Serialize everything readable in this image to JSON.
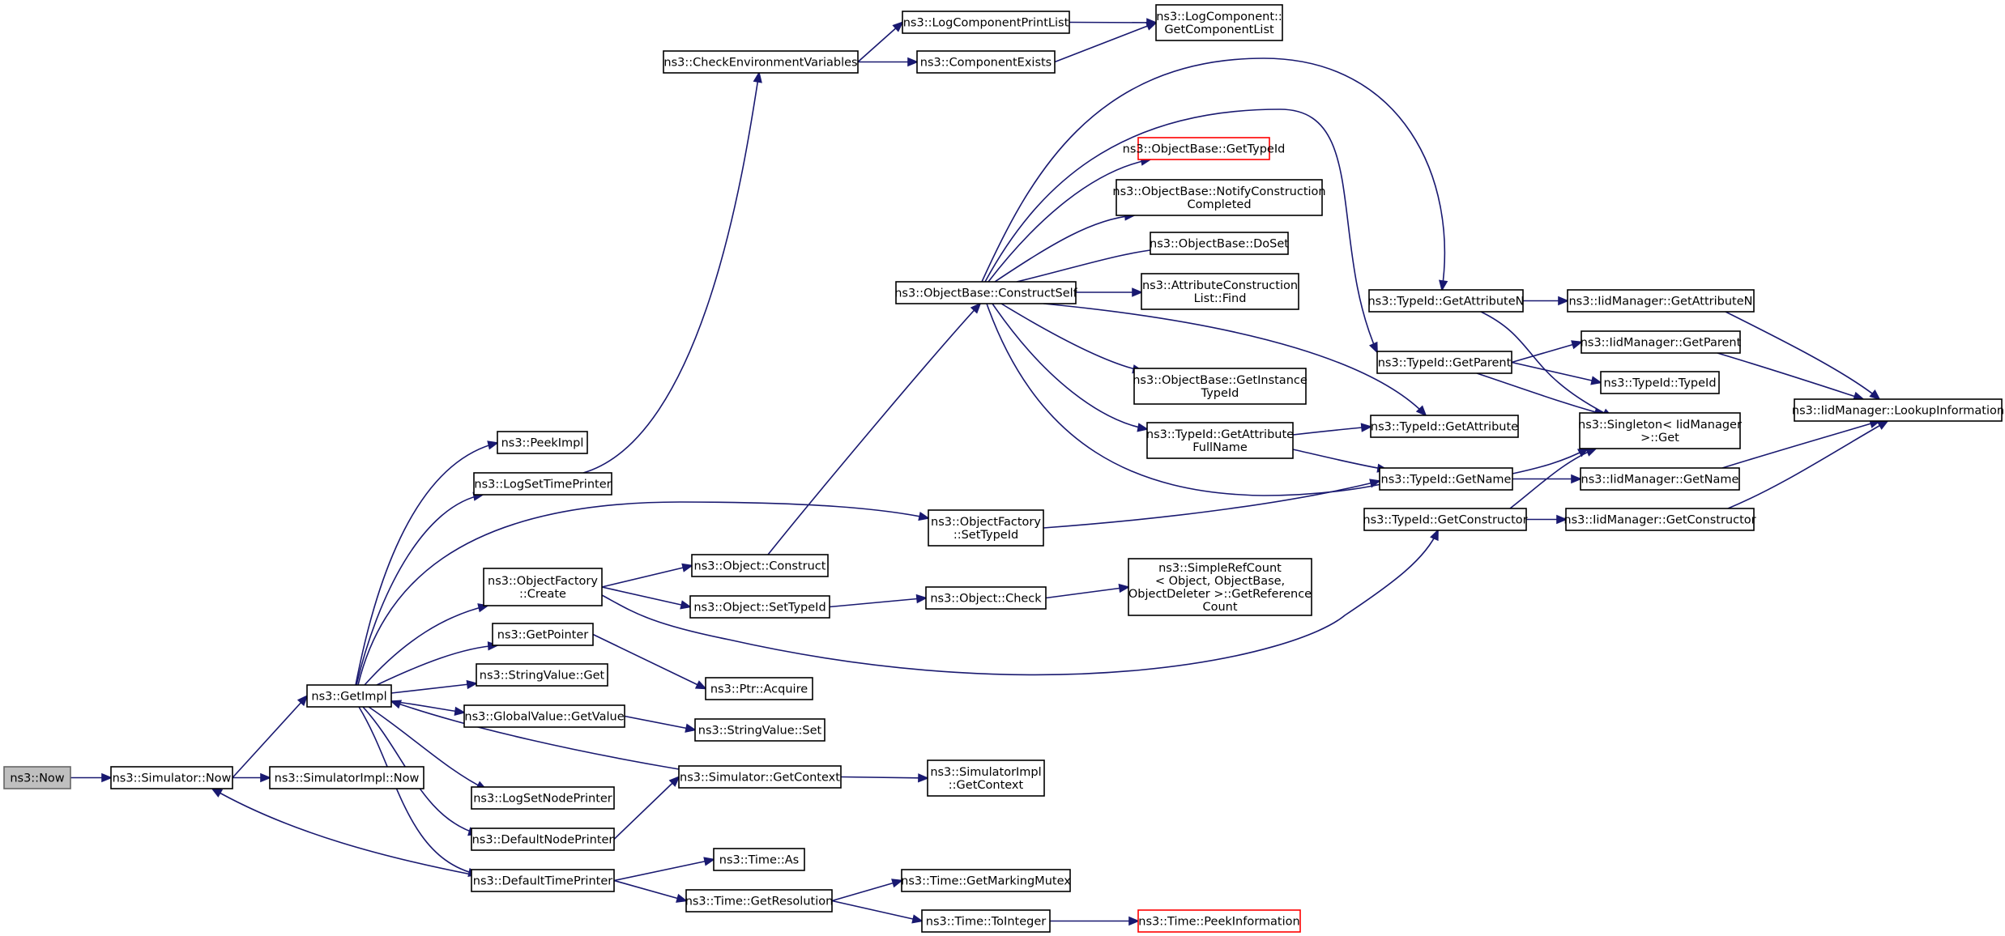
{
  "graph": {
    "edge_color": "#191970",
    "nodes": [
      {
        "id": "n_now",
        "lines": [
          "ns3::Now"
        ],
        "style": "root"
      },
      {
        "id": "n_simnow",
        "lines": [
          "ns3::Simulator::Now"
        ]
      },
      {
        "id": "n_getimpl",
        "lines": [
          "ns3::GetImpl"
        ]
      },
      {
        "id": "n_simimplnow",
        "lines": [
          "ns3::SimulatorImpl::Now"
        ]
      },
      {
        "id": "n_peekimpl",
        "lines": [
          "ns3::PeekImpl"
        ]
      },
      {
        "id": "n_logsettime",
        "lines": [
          "ns3::LogSetTimePrinter"
        ]
      },
      {
        "id": "n_ofcreate",
        "lines": [
          "ns3::ObjectFactory",
          "::Create"
        ]
      },
      {
        "id": "n_getpointer",
        "lines": [
          "ns3::GetPointer"
        ]
      },
      {
        "id": "n_strvalget",
        "lines": [
          "ns3::StringValue::Get"
        ]
      },
      {
        "id": "n_gvgetvalue",
        "lines": [
          "ns3::GlobalValue::GetValue"
        ]
      },
      {
        "id": "n_logsetnode",
        "lines": [
          "ns3::LogSetNodePrinter"
        ]
      },
      {
        "id": "n_defnode",
        "lines": [
          "ns3::DefaultNodePrinter"
        ]
      },
      {
        "id": "n_deftime",
        "lines": [
          "ns3::DefaultTimePrinter"
        ]
      },
      {
        "id": "n_checkenv",
        "lines": [
          "ns3::CheckEnvironmentVariables"
        ]
      },
      {
        "id": "n_logcompprint",
        "lines": [
          "ns3::LogComponentPrintList"
        ]
      },
      {
        "id": "n_compexists",
        "lines": [
          "ns3::ComponentExists"
        ]
      },
      {
        "id": "n_logcompget",
        "lines": [
          "ns3::LogComponent::",
          "GetComponentList"
        ]
      },
      {
        "id": "n_objconstruct",
        "lines": [
          "ns3::Object::Construct"
        ]
      },
      {
        "id": "n_objsettypeid",
        "lines": [
          "ns3::Object::SetTypeId"
        ]
      },
      {
        "id": "n_ptracquire",
        "lines": [
          "ns3::Ptr::Acquire"
        ]
      },
      {
        "id": "n_strvalset",
        "lines": [
          "ns3::StringValue::Set"
        ]
      },
      {
        "id": "n_simgetctx",
        "lines": [
          "ns3::Simulator::GetContext"
        ]
      },
      {
        "id": "n_timeas",
        "lines": [
          "ns3::Time::As"
        ]
      },
      {
        "id": "n_timegetres",
        "lines": [
          "ns3::Time::GetResolution"
        ]
      },
      {
        "id": "n_obcs",
        "lines": [
          "ns3::ObjectBase::ConstructSelf"
        ]
      },
      {
        "id": "n_ofsettypeid",
        "lines": [
          "ns3::ObjectFactory",
          "::SetTypeId"
        ]
      },
      {
        "id": "n_objcheck",
        "lines": [
          "ns3::Object::Check"
        ]
      },
      {
        "id": "n_simimplgetctx",
        "lines": [
          "ns3::SimulatorImpl",
          "::GetContext"
        ]
      },
      {
        "id": "n_timemarking",
        "lines": [
          "ns3::Time::GetMarkingMutex"
        ]
      },
      {
        "id": "n_timetoint",
        "lines": [
          "ns3::Time::ToInteger"
        ]
      },
      {
        "id": "n_obgettypeid",
        "lines": [
          "ns3::ObjectBase::GetTypeId"
        ],
        "style": "red"
      },
      {
        "id": "n_obnotify",
        "lines": [
          "ns3::ObjectBase::NotifyConstruction",
          "Completed"
        ]
      },
      {
        "id": "n_obdoset",
        "lines": [
          "ns3::ObjectBase::DoSet"
        ]
      },
      {
        "id": "n_acl",
        "lines": [
          "ns3::AttributeConstruction",
          "List::Find"
        ]
      },
      {
        "id": "n_obgetinst",
        "lines": [
          "ns3::ObjectBase::GetInstance",
          "TypeId"
        ]
      },
      {
        "id": "n_tidgafn",
        "lines": [
          "ns3::TypeId::GetAttribute",
          "FullName"
        ]
      },
      {
        "id": "n_srcget",
        "lines": [
          "ns3::SimpleRefCount",
          "< Object, ObjectBase,",
          " ObjectDeleter >::GetReference",
          "Count"
        ]
      },
      {
        "id": "n_timepeekinfo",
        "lines": [
          "ns3::Time::PeekInformation"
        ],
        "style": "red"
      },
      {
        "id": "n_tidgetattrn",
        "lines": [
          "ns3::TypeId::GetAttributeN"
        ]
      },
      {
        "id": "n_tidgetparent",
        "lines": [
          "ns3::TypeId::GetParent"
        ]
      },
      {
        "id": "n_tidgetattr",
        "lines": [
          "ns3::TypeId::GetAttribute"
        ]
      },
      {
        "id": "n_tidgetname",
        "lines": [
          "ns3::TypeId::GetName"
        ]
      },
      {
        "id": "n_tidgetctor",
        "lines": [
          "ns3::TypeId::GetConstructor"
        ]
      },
      {
        "id": "n_iidgetattrn",
        "lines": [
          "ns3::IidManager::GetAttributeN"
        ]
      },
      {
        "id": "n_iidgetparent",
        "lines": [
          "ns3::IidManager::GetParent"
        ]
      },
      {
        "id": "n_tidtypeid",
        "lines": [
          "ns3::TypeId::TypeId"
        ]
      },
      {
        "id": "n_singleton",
        "lines": [
          "ns3::Singleton< IidManager",
          " >::Get"
        ]
      },
      {
        "id": "n_iidgetname",
        "lines": [
          "ns3::IidManager::GetName"
        ]
      },
      {
        "id": "n_iidgetctor",
        "lines": [
          "ns3::IidManager::GetConstructor"
        ]
      },
      {
        "id": "n_iidlookup",
        "lines": [
          "ns3::IidManager::LookupInformation"
        ]
      }
    ],
    "edges": [
      [
        "n_now",
        "n_simnow"
      ],
      [
        "n_simnow",
        "n_getimpl"
      ],
      [
        "n_simnow",
        "n_simimplnow"
      ],
      [
        "n_getimpl",
        "n_peekimpl"
      ],
      [
        "n_getimpl",
        "n_logsettime"
      ],
      [
        "n_getimpl",
        "n_ofsettypeid"
      ],
      [
        "n_getimpl",
        "n_ofcreate"
      ],
      [
        "n_getimpl",
        "n_getpointer"
      ],
      [
        "n_getimpl",
        "n_strvalget"
      ],
      [
        "n_getimpl",
        "n_gvgetvalue"
      ],
      [
        "n_getimpl",
        "n_logsetnode"
      ],
      [
        "n_getimpl",
        "n_defnode"
      ],
      [
        "n_getimpl",
        "n_deftime"
      ],
      [
        "n_simgetctx",
        "n_getimpl"
      ],
      [
        "n_deftime",
        "n_simnow"
      ],
      [
        "n_logsettime",
        "n_checkenv"
      ],
      [
        "n_checkenv",
        "n_logcompprint"
      ],
      [
        "n_checkenv",
        "n_compexists"
      ],
      [
        "n_logcompprint",
        "n_logcompget"
      ],
      [
        "n_compexists",
        "n_logcompget"
      ],
      [
        "n_ofcreate",
        "n_objconstruct"
      ],
      [
        "n_ofcreate",
        "n_objsettypeid"
      ],
      [
        "n_ofcreate",
        "n_tidgetctor"
      ],
      [
        "n_objconstruct",
        "n_obcs"
      ],
      [
        "n_objsettypeid",
        "n_objcheck"
      ],
      [
        "n_objcheck",
        "n_srcget"
      ],
      [
        "n_getpointer",
        "n_ptracquire"
      ],
      [
        "n_gvgetvalue",
        "n_strvalset"
      ],
      [
        "n_defnode",
        "n_simgetctx"
      ],
      [
        "n_simgetctx",
        "n_simimplgetctx"
      ],
      [
        "n_deftime",
        "n_timeas"
      ],
      [
        "n_deftime",
        "n_timegetres"
      ],
      [
        "n_timegetres",
        "n_timemarking"
      ],
      [
        "n_timegetres",
        "n_timetoint"
      ],
      [
        "n_timetoint",
        "n_timepeekinfo"
      ],
      [
        "n_obcs",
        "n_tidgetattrn"
      ],
      [
        "n_obcs",
        "n_tidgetparent"
      ],
      [
        "n_obcs",
        "n_obgettypeid"
      ],
      [
        "n_obcs",
        "n_obnotify"
      ],
      [
        "n_obcs",
        "n_obdoset"
      ],
      [
        "n_obcs",
        "n_acl"
      ],
      [
        "n_obcs",
        "n_tidgetattr"
      ],
      [
        "n_obcs",
        "n_obgetinst"
      ],
      [
        "n_obcs",
        "n_tidgafn"
      ],
      [
        "n_obcs",
        "n_tidgetname"
      ],
      [
        "n_ofsettypeid",
        "n_tidgetname"
      ],
      [
        "n_tidgafn",
        "n_tidgetattr"
      ],
      [
        "n_tidgafn",
        "n_tidgetname"
      ],
      [
        "n_tidgetattrn",
        "n_iidgetattrn"
      ],
      [
        "n_tidgetattrn",
        "n_singleton"
      ],
      [
        "n_tidgetparent",
        "n_iidgetparent"
      ],
      [
        "n_tidgetparent",
        "n_tidtypeid"
      ],
      [
        "n_tidgetparent",
        "n_singleton"
      ],
      [
        "n_tidgetname",
        "n_singleton"
      ],
      [
        "n_tidgetname",
        "n_iidgetname"
      ],
      [
        "n_tidgetctor",
        "n_singleton"
      ],
      [
        "n_tidgetctor",
        "n_iidgetctor"
      ],
      [
        "n_iidgetattrn",
        "n_iidlookup"
      ],
      [
        "n_iidgetparent",
        "n_iidlookup"
      ],
      [
        "n_iidgetname",
        "n_iidlookup"
      ],
      [
        "n_iidgetctor",
        "n_iidlookup"
      ]
    ]
  }
}
